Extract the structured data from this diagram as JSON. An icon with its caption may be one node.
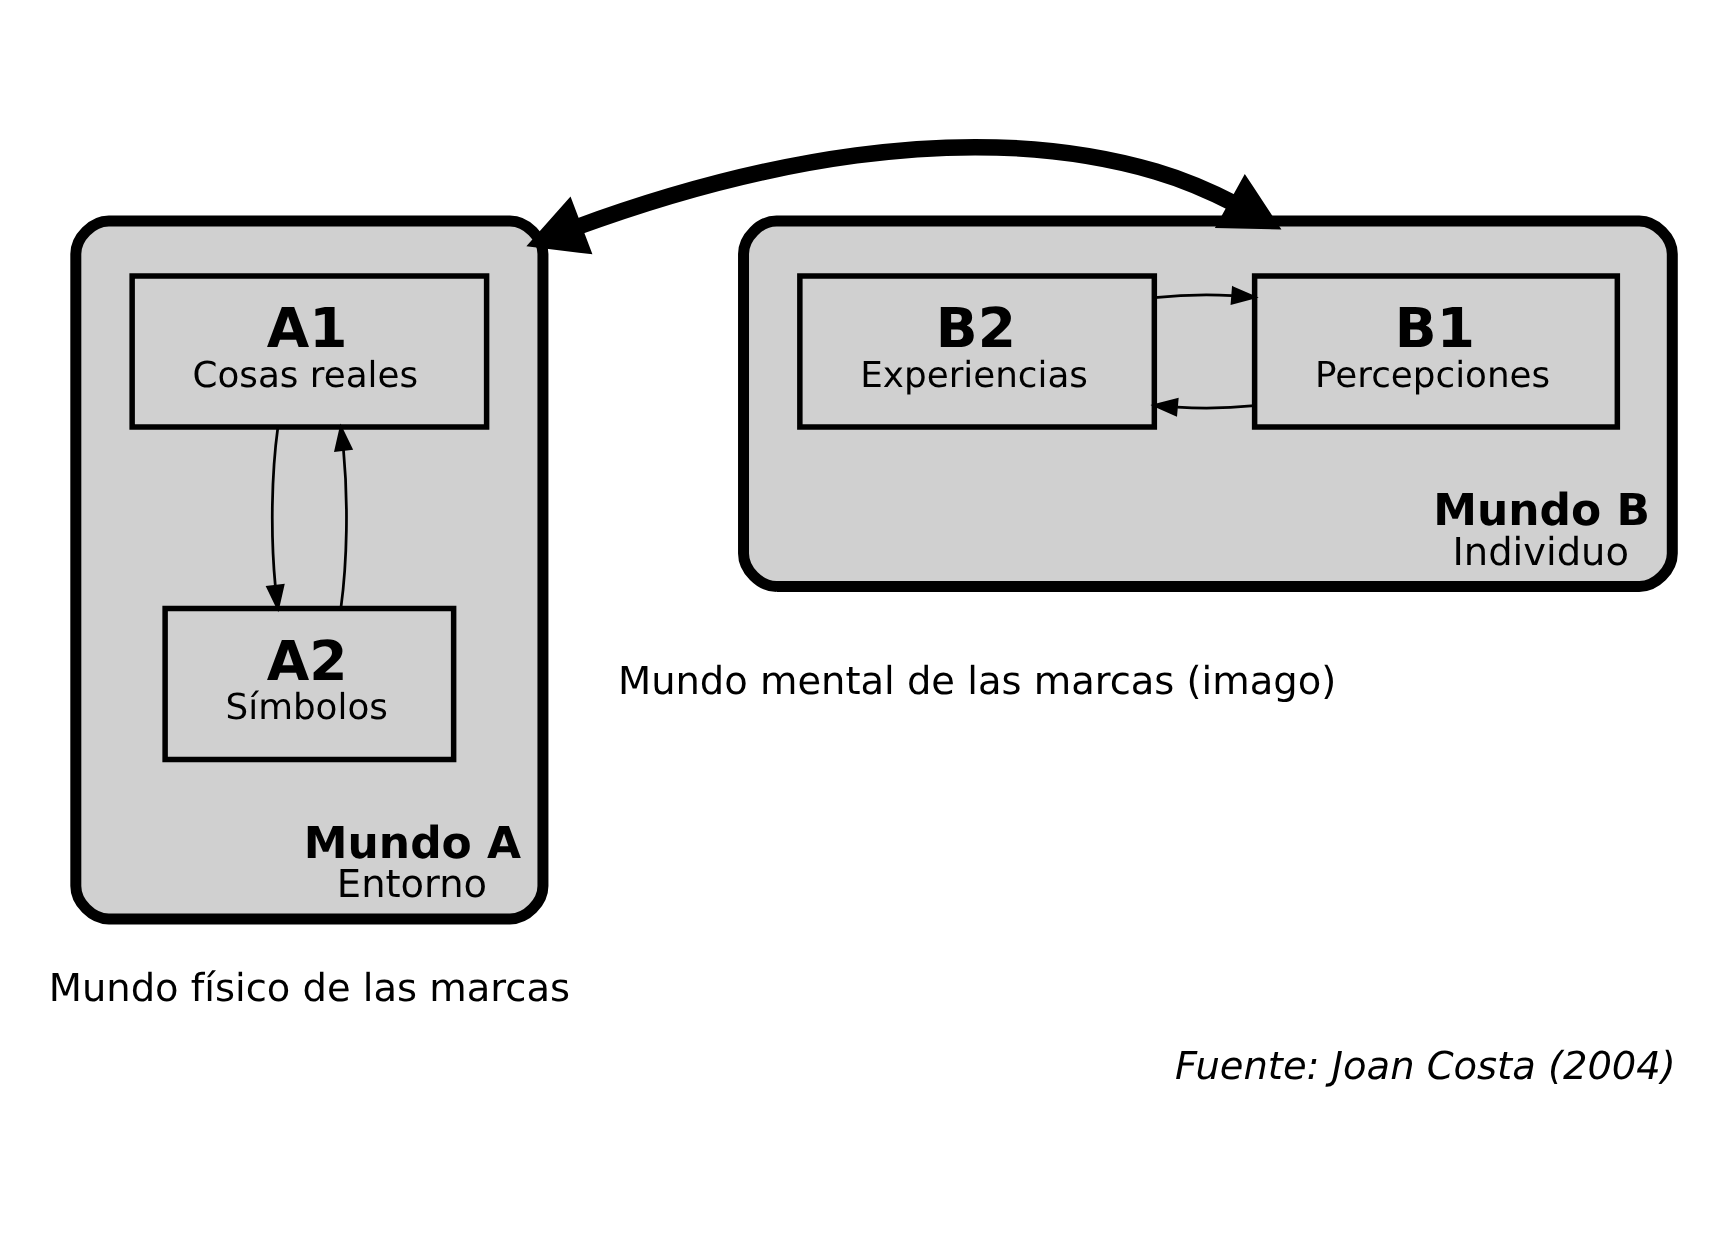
{
  "diagram": {
    "caption": "Fuente: Joan Costa (2004)",
    "nodes": [
      {
        "text": [
          "Mundo A",
          "Entorno"
        ]
      },
      {
        "text": [
          "A1",
          "Cosas reales"
        ],
        "in": 0
      },
      {
        "text": [
          "A2",
          "Símbolos"
        ],
        "in": 0
      },
      {
        "text": [
          "Mundo B",
          "Individuo"
        ]
      },
      {
        "text": [
          "B1",
          "Percepciones"
        ],
        "in": 3
      },
      {
        "text": [
          "B2",
          "Experiencias"
        ],
        "in": 3
      }
    ],
    "edges": [
      {
        "from": 2,
        "to": 1,
        "arrow": "to"
      },
      {
        "from": 1,
        "to": 2,
        "arrow": "to"
      },
      {
        "from": 4,
        "to": 5,
        "arrow": "to"
      },
      {
        "from": 5,
        "to": 4,
        "arrow": "to"
      },
      {
        "from": 0,
        "to": 3,
        "arrow": "both",
        "style": "thick"
      }
    ],
    "labels": [
      "Mundo físico de las marcas",
      "Mundo mental de las marcas (imago)"
    ]
  }
}
